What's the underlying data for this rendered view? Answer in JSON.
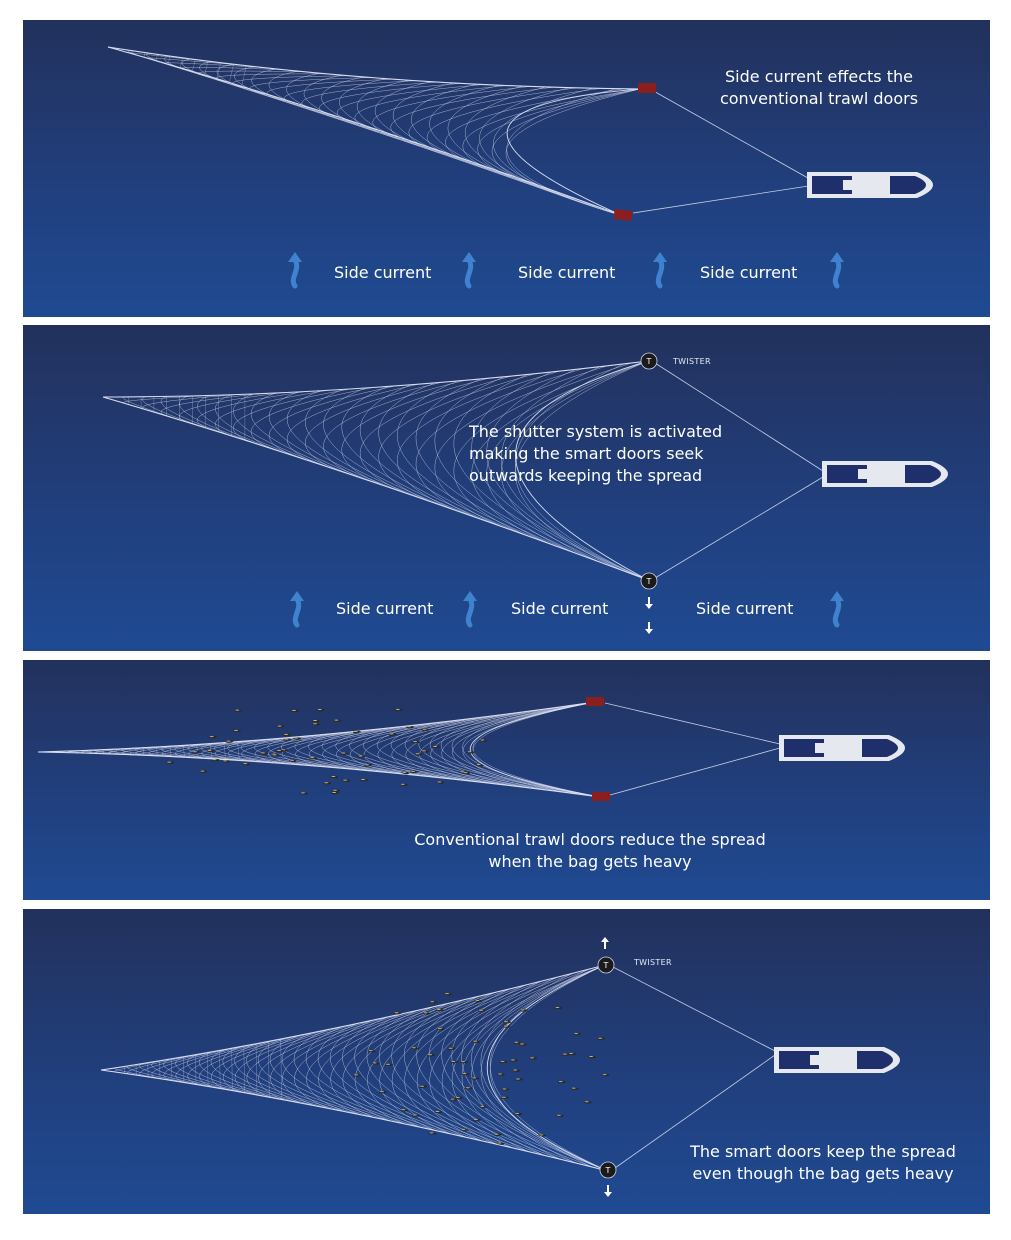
{
  "colors": {
    "background_top": "#22315c",
    "background_bottom": "#1f4a92",
    "net_line": "#d9def0",
    "conventional_door": "#8b1f1f",
    "smart_door": "#1b1b1b",
    "ship_hull": "#1f2f6b",
    "ship_deck": "#e6e8ef",
    "current_arrow": "#3f82cf",
    "caption_text": "#ffffff"
  },
  "icons": {
    "conventional_door": "rectangle",
    "smart_door": "circle-T",
    "side_current": "wavy-up-arrow",
    "movement": "small-white-arrow",
    "vessel": "trawler-top-view",
    "fish": "fish-silhouette"
  },
  "panels": [
    {
      "caption_lines": [
        "Side current effects the",
        "conventional trawl doors"
      ],
      "door_type": "conventional",
      "current_labels": [
        "Side current",
        "Side current",
        "Side current"
      ]
    },
    {
      "caption_lines": [
        "The shutter system is activated",
        "making the smart doors seek",
        "outwards keeping the spread"
      ],
      "door_type": "smart",
      "twister_label": "TWISTER",
      "door_marker_letter": "T",
      "current_labels": [
        "Side current",
        "Side current",
        "Side current"
      ]
    },
    {
      "caption_lines": [
        "Conventional trawl doors reduce the spread",
        "when the bag gets heavy"
      ],
      "door_type": "conventional"
    },
    {
      "caption_lines": [
        "The smart doors keep the spread",
        "even though the bag gets heavy"
      ],
      "door_type": "smart",
      "twister_label": "TWISTER",
      "door_marker_letter": "T"
    }
  ]
}
